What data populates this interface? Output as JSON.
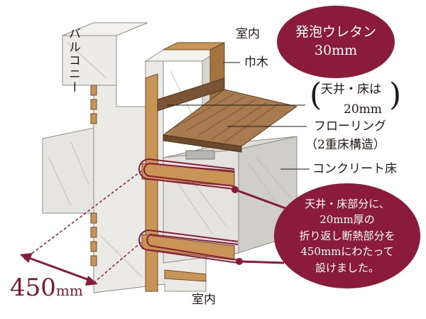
{
  "labels": {
    "balcony": "バルコニー",
    "room_top": "室内",
    "baseboard": "巾木",
    "ceiling_floor_line1": "天井・床は",
    "ceiling_floor_line2": "20mm",
    "flooring": "フローリング",
    "double_floor": "（2重床構造）",
    "concrete_floor": "コンクリート床",
    "room_bottom": "室内"
  },
  "bubble_top": {
    "line1": "発泡ウレタン",
    "line2": "30mm"
  },
  "bubble_bottom": {
    "lines": [
      "天井・床部分に、",
      "20mm厚の",
      "折り返し断熱部分を",
      "450mmにわたって",
      "設けました。"
    ]
  },
  "dimension": {
    "value": "450",
    "unit": "mm"
  },
  "colors": {
    "accent": "#8a1b3a",
    "wood": "#c9955a",
    "wood_dark": "#6e4a2c",
    "concrete_front": "#e9e8e4",
    "concrete_side": "#d2d1cc"
  }
}
